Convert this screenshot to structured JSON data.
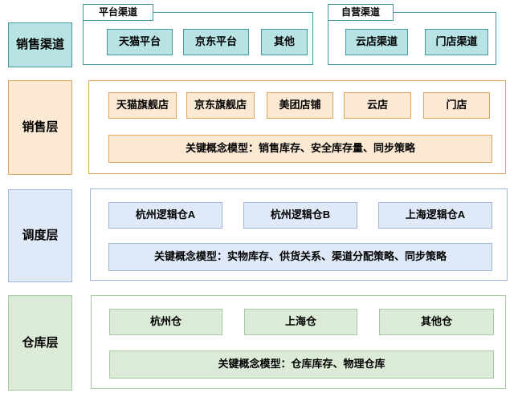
{
  "palette": {
    "cyan_fill": "#b7e3e5",
    "cyan_border": "#44989e",
    "peach_fill": "#fce9d4",
    "peach_border": "#e0a55e",
    "blue_fill": "#dfe9f8",
    "blue_border": "#a2b8da",
    "green_fill": "#dcebd7",
    "green_border": "#a7cba0",
    "background": "#ffffff",
    "text": "#000000"
  },
  "layers": {
    "sales_channel": {
      "label": "销售渠道",
      "groups": [
        {
          "tab": "平台渠道",
          "items": [
            "天猫平台",
            "京东平台",
            "其他"
          ]
        },
        {
          "tab": "自营渠道",
          "items": [
            "云店渠道",
            "门店渠道"
          ]
        }
      ]
    },
    "sales": {
      "label": "销售层",
      "items": [
        "天猫旗舰店",
        "京东旗舰店",
        "美团店铺",
        "云店",
        "门店"
      ],
      "key_model": "关键概念模型：销售库存、安全库存量、同步策略"
    },
    "scheduling": {
      "label": "调度层",
      "items": [
        "杭州逻辑仓A",
        "杭州逻辑仓B",
        "上海逻辑仓A"
      ],
      "key_model": "关键概念模型：实物库存、供货关系、渠道分配策略、同步策略"
    },
    "warehouse": {
      "label": "仓库层",
      "items": [
        "杭州仓",
        "上海仓",
        "其他仓"
      ],
      "key_model": "关键概念模型：仓库库存、物理仓库"
    }
  }
}
